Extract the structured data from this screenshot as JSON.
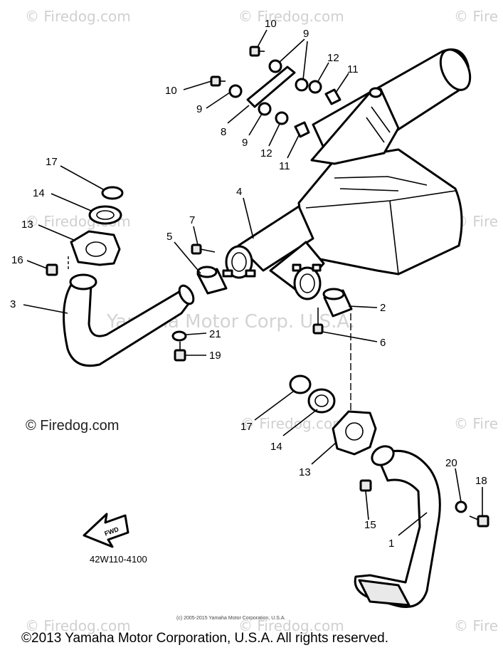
{
  "watermark": {
    "repeat_text": "© Firedog.com",
    "partial_text": "© Fire",
    "center_text": "Yamaha Motor Corp. U.S.A."
  },
  "site_label": "© Firedog.com",
  "diagram_code": "42W110-4100",
  "fwd_label": "FWD",
  "small_copyright": "(c) 2005-2015 Yamaha Motor Corporation, U.S.A.",
  "footer_copyright": "©2013 Yamaha Motor Corporation, U.S.A. All rights reserved.",
  "callouts": {
    "c1": "1",
    "c2": "2",
    "c3": "3",
    "c4": "4",
    "c5": "5",
    "c6": "6",
    "c7": "7",
    "c8": "8",
    "c9a": "9",
    "c9b": "9",
    "c9c": "9",
    "c10a": "10",
    "c10b": "10",
    "c11a": "11",
    "c11b": "11",
    "c12a": "12",
    "c12b": "12",
    "c13a": "13",
    "c13b": "13",
    "c14a": "14",
    "c14b": "14",
    "c15": "15",
    "c16": "16",
    "c17a": "17",
    "c17b": "17",
    "c18": "18",
    "c19": "19",
    "c20": "20",
    "c21": "21"
  }
}
